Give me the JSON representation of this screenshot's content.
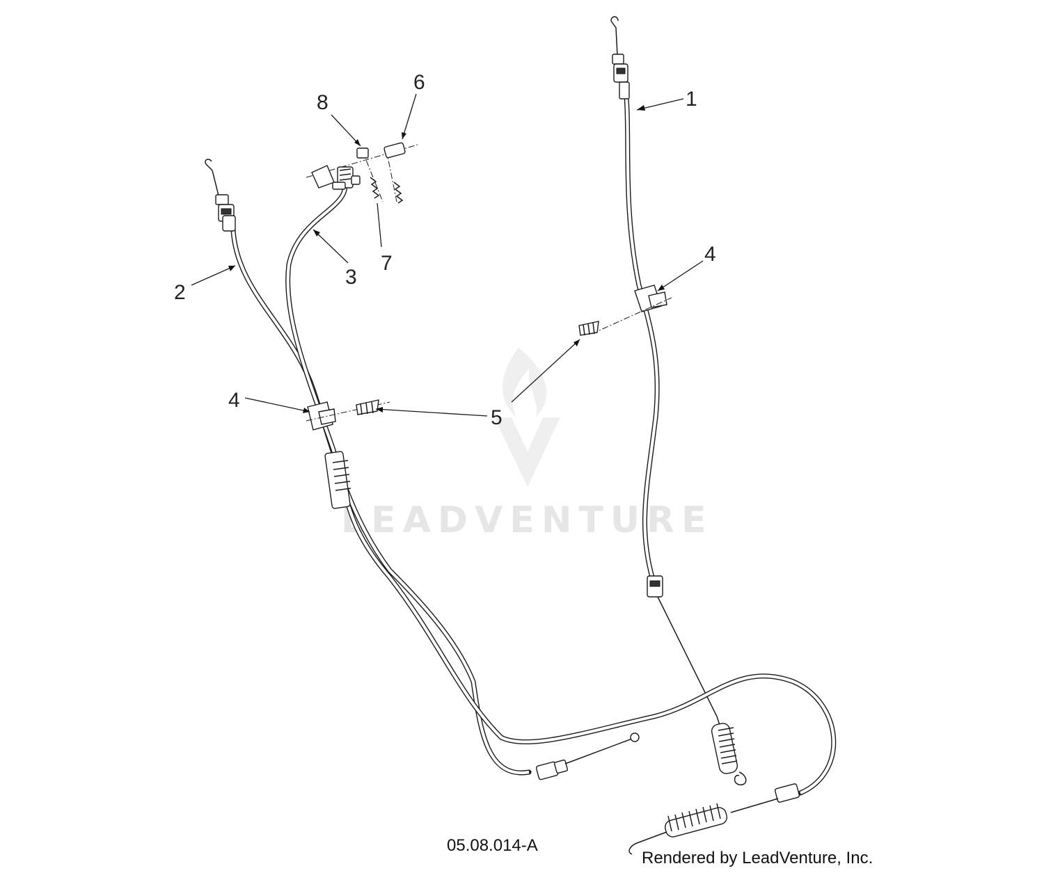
{
  "diagram": {
    "callouts": [
      {
        "id": "1",
        "label": "1"
      },
      {
        "id": "2",
        "label": "2"
      },
      {
        "id": "3",
        "label": "3"
      },
      {
        "id": "4a",
        "label": "4"
      },
      {
        "id": "4b",
        "label": "4"
      },
      {
        "id": "5",
        "label": "5"
      },
      {
        "id": "6",
        "label": "6"
      },
      {
        "id": "7",
        "label": "7"
      },
      {
        "id": "8",
        "label": "8"
      }
    ],
    "figure_id": "05.08.014-A",
    "credit": "Rendered by LeadVenture, Inc.",
    "watermark": "LEADVENTURE"
  }
}
